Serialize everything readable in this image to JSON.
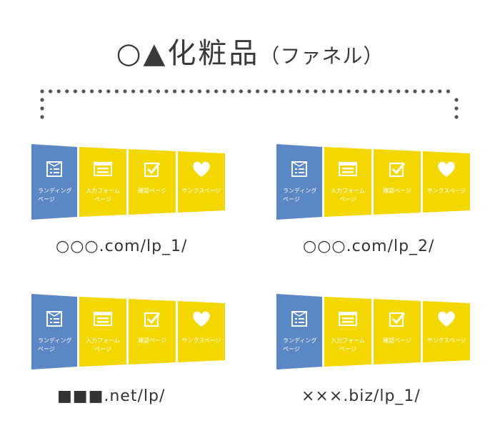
{
  "title": {
    "main": "○▲化粧品",
    "sub": "（ファネル）"
  },
  "colors": {
    "landing": "#5b87c5",
    "step": "#f2d800",
    "dots": "#555555"
  },
  "steps": [
    {
      "label": "ランディング\nページ",
      "icon": "form-list-icon"
    },
    {
      "label": "入力フォーム\nページ",
      "icon": "input-form-icon"
    },
    {
      "label": "確認ページ",
      "icon": "checkbox-icon"
    },
    {
      "label": "サンクスページ",
      "icon": "heart-icon"
    }
  ],
  "funnels": [
    {
      "url": "○○○.com/lp_1/"
    },
    {
      "url": "○○○.com/lp_2/"
    },
    {
      "url": "■■■.net/lp/"
    },
    {
      "url": "×××.biz/lp_1/"
    }
  ]
}
